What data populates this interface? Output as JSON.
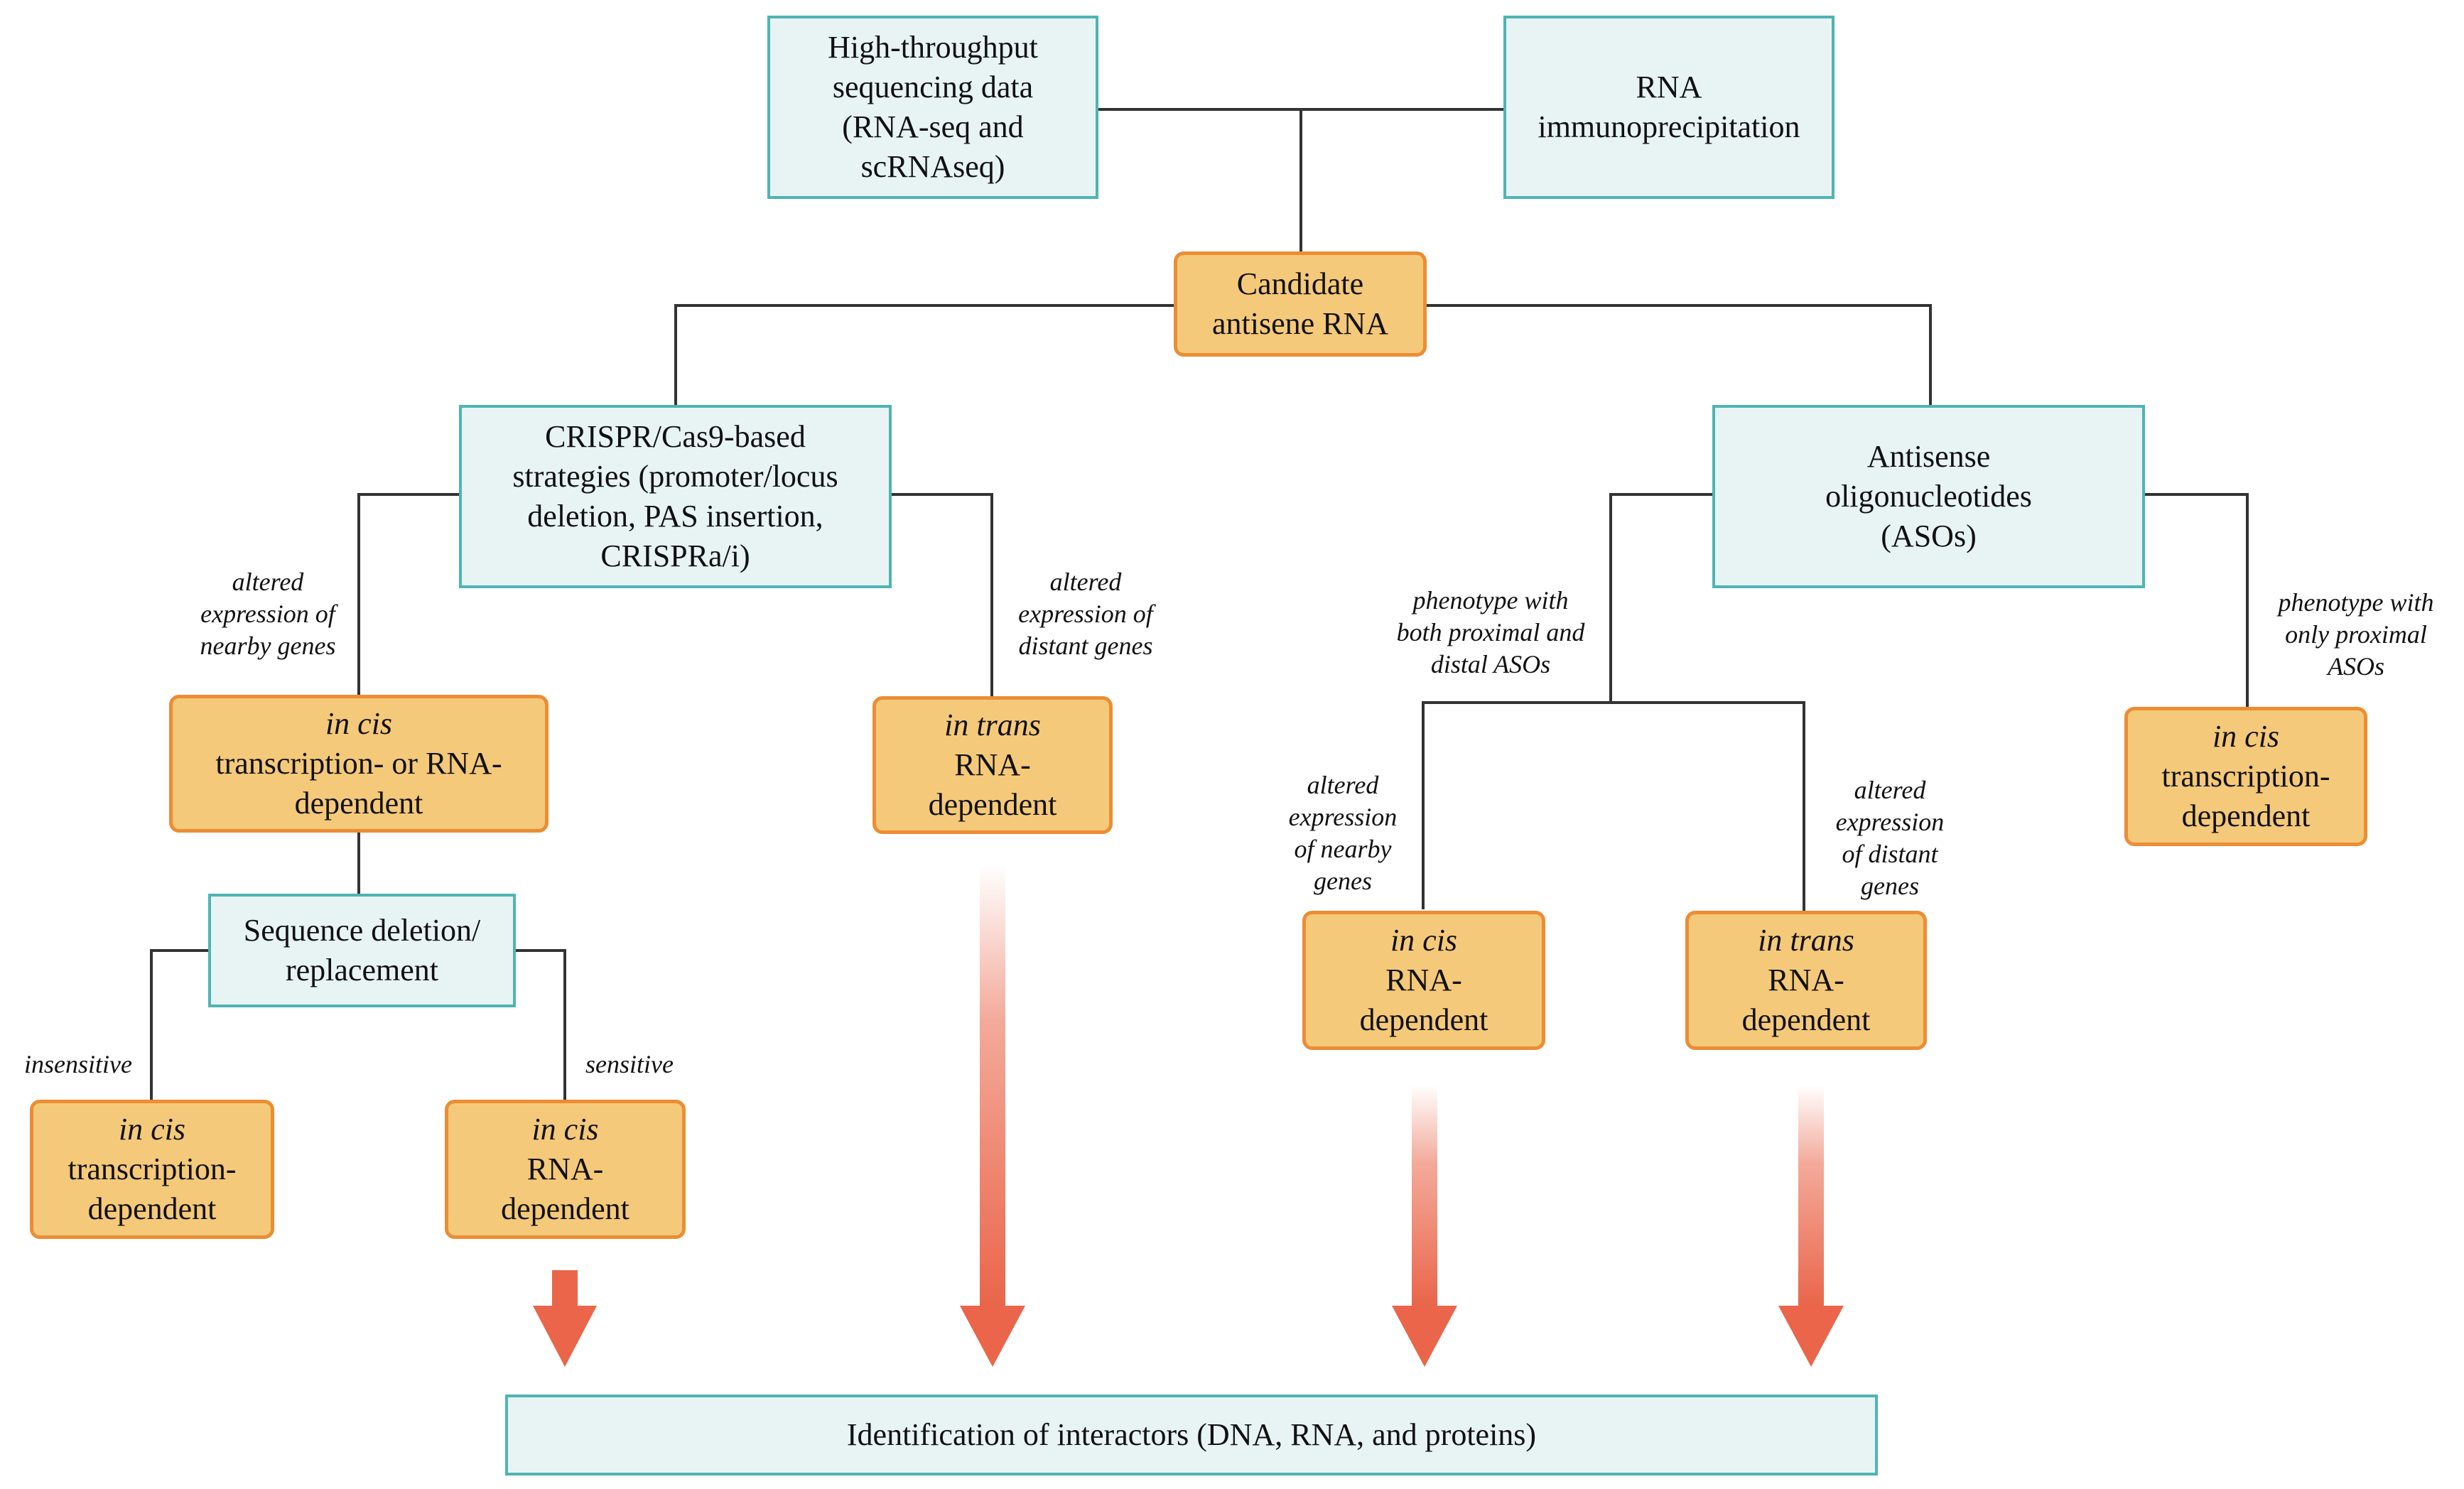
{
  "nodes": {
    "hts": [
      "High-throughput",
      "sequencing data",
      "(RNA-seq and",
      "scRNAseq)"
    ],
    "rip": [
      "RNA",
      "immunoprecipitation"
    ],
    "candidate": [
      "Candidate",
      "antisene RNA"
    ],
    "crispr": [
      "CRISPR/Cas9-based",
      "strategies (promoter/locus",
      "deletion, PAS insertion,",
      "CRISPRa/i)"
    ],
    "aso": [
      "Antisense",
      "oligonucleotides",
      "(ASOs)"
    ],
    "cis_tr_rna": {
      "mode": "in cis",
      "lines": [
        "transcription- or RNA-",
        "dependent"
      ]
    },
    "trans_rna_1": {
      "mode": "in trans",
      "lines": [
        "RNA-",
        "dependent"
      ]
    },
    "seqdel": [
      "Sequence deletion/",
      "replacement"
    ],
    "cis_tr_1": {
      "mode": "in cis",
      "lines": [
        "transcription-",
        "dependent"
      ]
    },
    "cis_rna_1": {
      "mode": "in cis",
      "lines": [
        "RNA-",
        "dependent"
      ]
    },
    "cis_rna_2": {
      "mode": "in cis",
      "lines": [
        "RNA-",
        "dependent"
      ]
    },
    "trans_rna_2": {
      "mode": "in trans",
      "lines": [
        "RNA-",
        "dependent"
      ]
    },
    "cis_tr_2": {
      "mode": "in cis",
      "lines": [
        "transcription-",
        "dependent"
      ]
    },
    "interactors": "Identification of interactors (DNA, RNA, and proteins)"
  },
  "labels": {
    "crispr_left": [
      "altered",
      "expression of",
      "nearby genes"
    ],
    "crispr_right": [
      "altered",
      "expression of",
      "distant genes"
    ],
    "aso_both": [
      "phenotype with",
      "both proximal and",
      "distal ASOs"
    ],
    "aso_proximal": [
      "phenotype with",
      "only proximal",
      "ASOs"
    ],
    "aso_nearby": [
      "altered",
      "expression",
      "of nearby",
      "genes"
    ],
    "aso_distant": [
      "altered",
      "expression",
      "of distant",
      "genes"
    ],
    "insensitive": "insensitive",
    "sensitive": "sensitive"
  },
  "colors": {
    "teal_fill": "#e8f4f4",
    "teal_border": "#4fb4b4",
    "orange_fill": "#f5c97a",
    "orange_border": "#ec8d34",
    "arrow": "#ea6549",
    "line": "#333333"
  }
}
